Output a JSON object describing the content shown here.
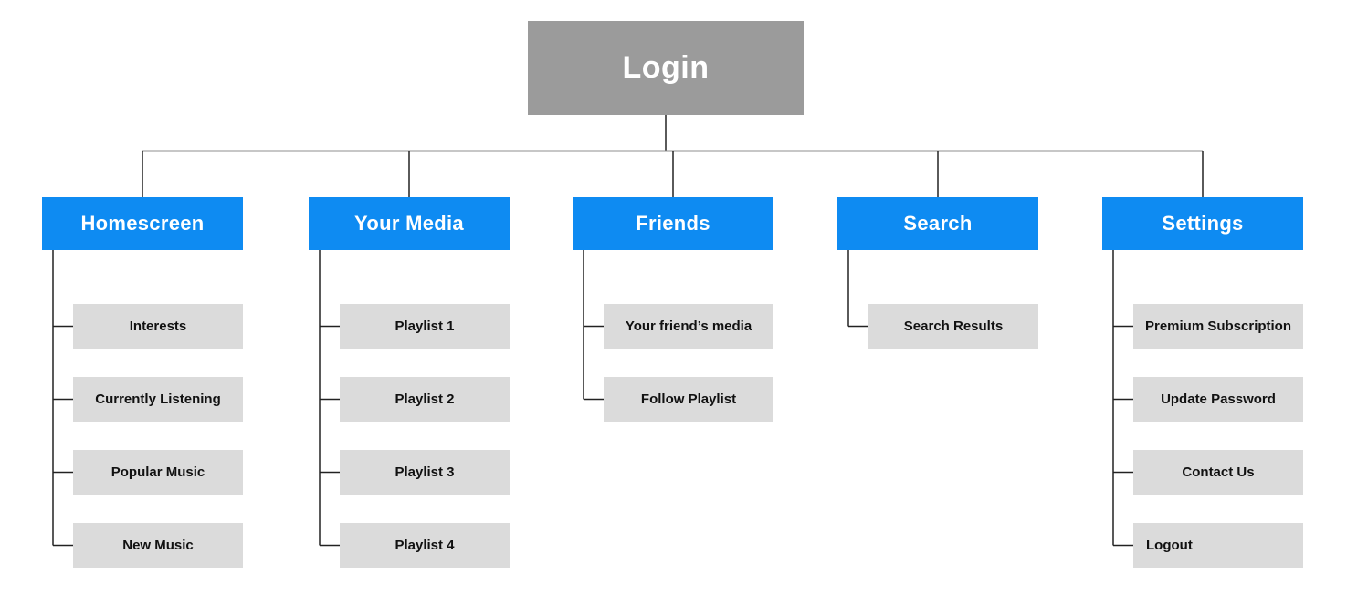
{
  "diagram": {
    "type": "sitemap-flowchart",
    "root": {
      "label": "Login"
    },
    "branches": [
      {
        "label": "Homescreen",
        "children": [
          {
            "label": "Interests"
          },
          {
            "label": "Currently Listening"
          },
          {
            "label": "Popular Music"
          },
          {
            "label": "New Music"
          }
        ]
      },
      {
        "label": "Your Media",
        "children": [
          {
            "label": "Playlist 1"
          },
          {
            "label": "Playlist 2"
          },
          {
            "label": "Playlist 3"
          },
          {
            "label": "Playlist 4"
          }
        ]
      },
      {
        "label": "Friends",
        "children": [
          {
            "label": "Your friend’s media"
          },
          {
            "label": "Follow Playlist"
          }
        ]
      },
      {
        "label": "Search",
        "children": [
          {
            "label": "Search Results"
          }
        ]
      },
      {
        "label": "Settings",
        "children": [
          {
            "label": "Premium Subscription"
          },
          {
            "label": "Update Password"
          },
          {
            "label": "Contact Us"
          },
          {
            "label": "Logout"
          }
        ]
      }
    ],
    "colors": {
      "root_bg": "#9B9B9B",
      "root_text": "#FFFFFF",
      "branch_bg": "#0E8BF2",
      "branch_text": "#FFFFFF",
      "leaf_bg": "#DBDBDB",
      "leaf_text": "#111111",
      "connector": "#222222",
      "connector_bus": "#8F8F8F"
    }
  }
}
